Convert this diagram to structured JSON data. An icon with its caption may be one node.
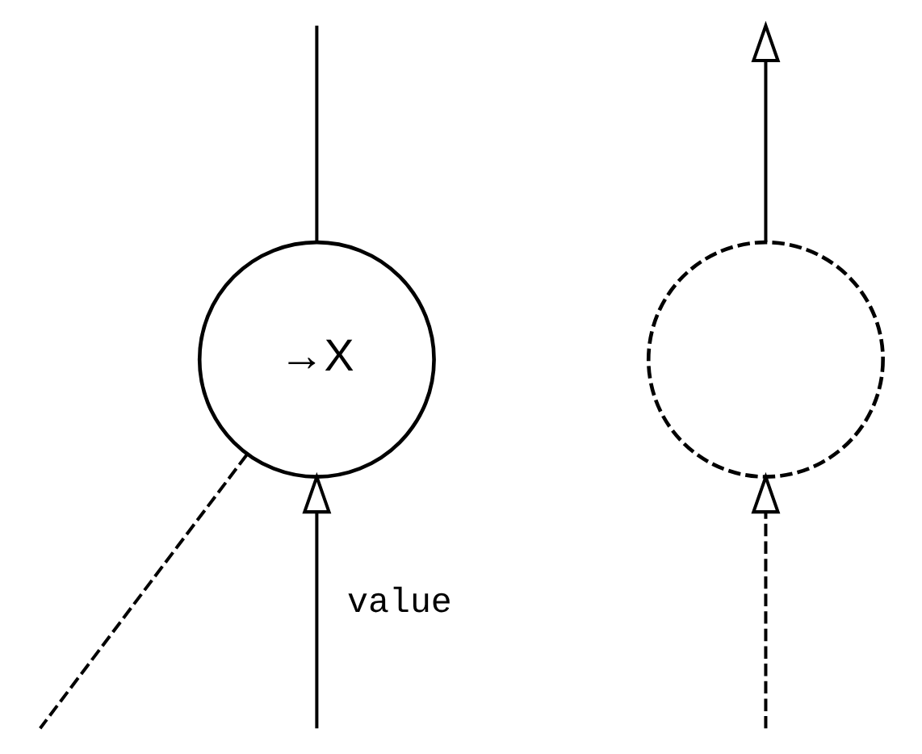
{
  "diagram": {
    "nodes": [
      {
        "text": [
          "→X"
        ]
      },
      {
        "text": [],
        "shape": "circle"
      }
    ],
    "edges": [
      {
        "from": 0,
        "to": null,
        "arrow": "none",
        "style": "dashed"
      },
      {
        "from": 0,
        "to": null,
        "arrow": "none"
      },
      {
        "from": null,
        "to": 0,
        "arrow": "to",
        "label": "value"
      },
      {
        "from": null,
        "to": 1,
        "arrow": "to",
        "style": "dashed"
      },
      {
        "from": 1,
        "to": null,
        "arrow": "to"
      }
    ]
  }
}
